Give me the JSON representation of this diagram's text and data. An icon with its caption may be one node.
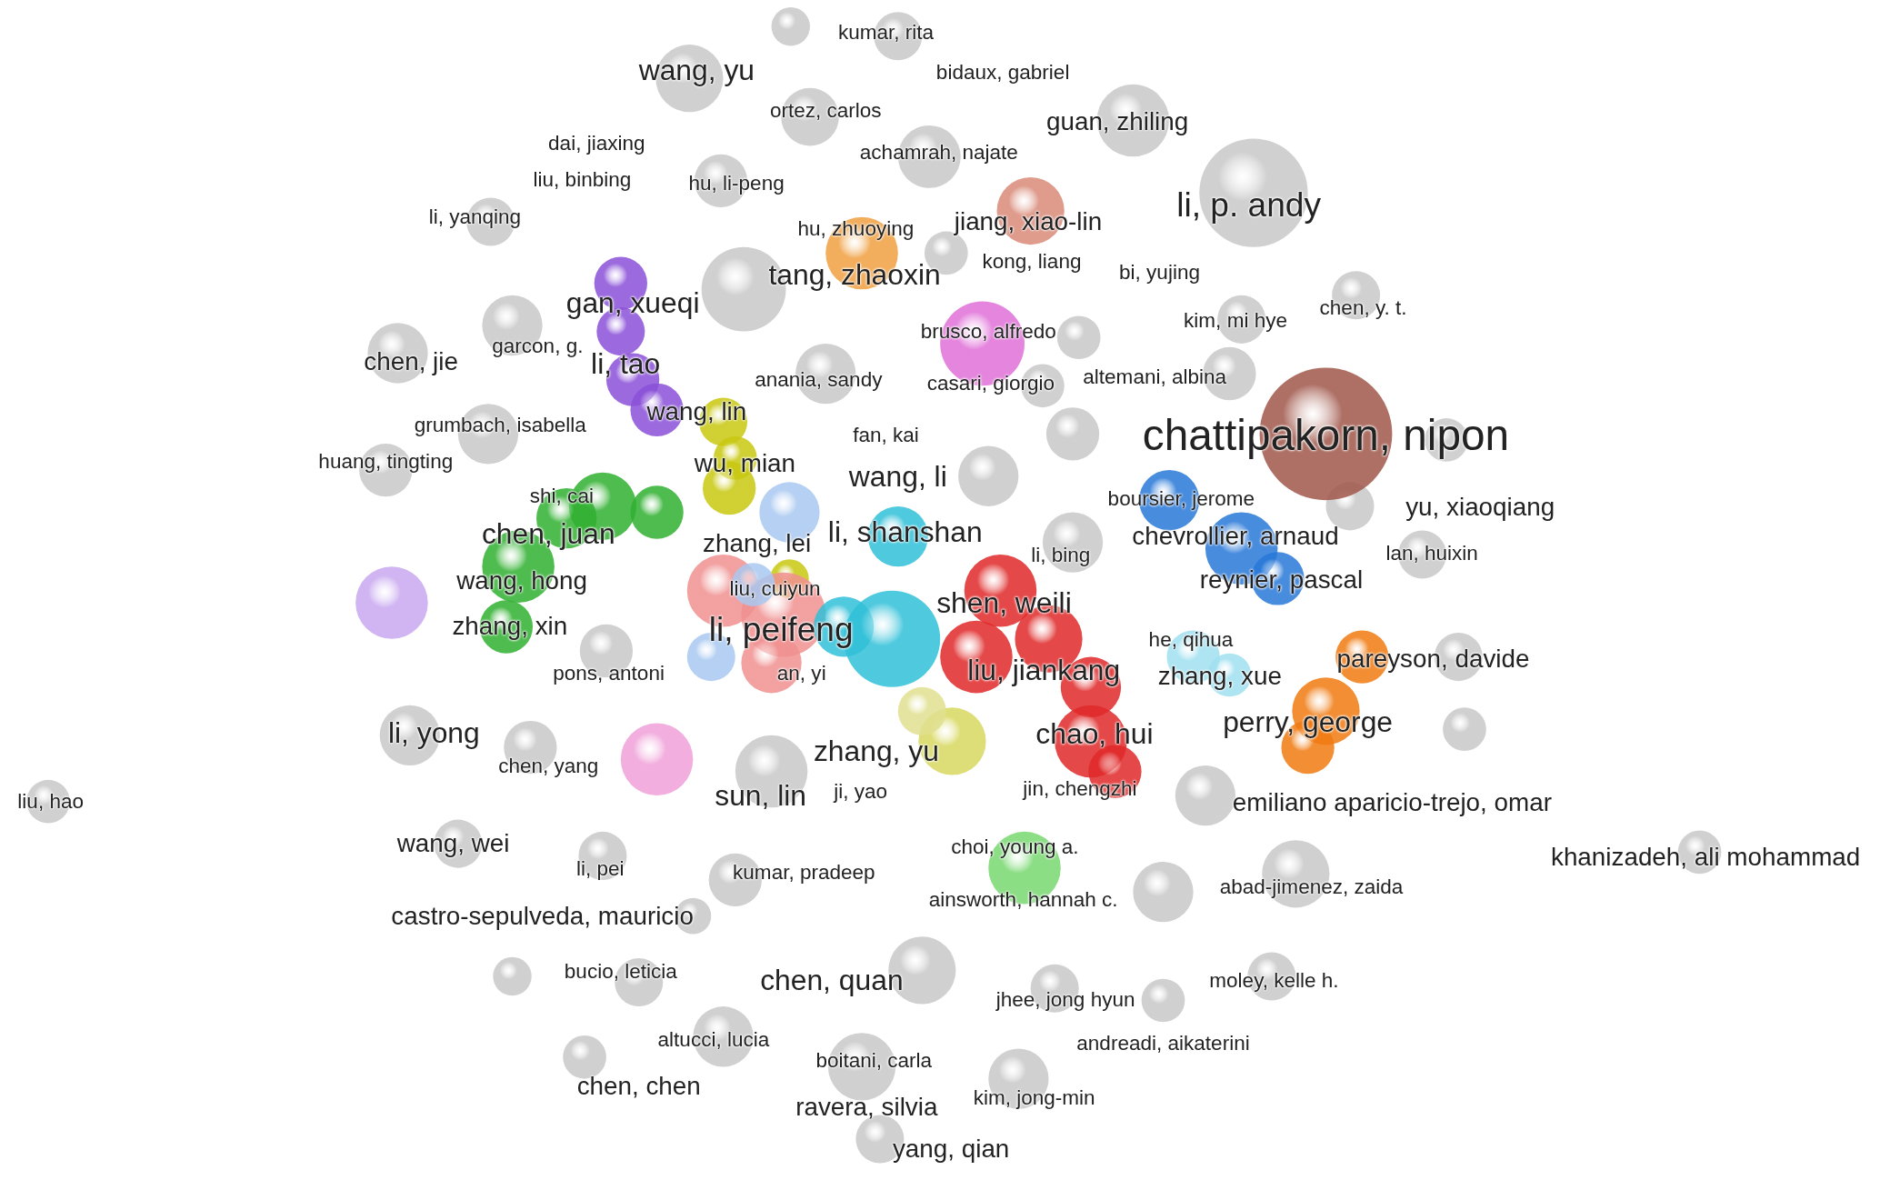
{
  "diagram": {
    "labels": [
      "kumar, rita",
      "wang, yu",
      "bidaux, gabriel",
      "ortez, carlos",
      "guan, zhiling",
      "dai, jiaxing",
      "achamrah, najate",
      "liu, binbing",
      "hu, li-peng",
      "li, p. andy",
      "li, yanqing",
      "hu, zhuoying",
      "jiang, xiao-lin",
      "kong, liang",
      "bi, yujing",
      "tang, zhaoxin",
      "gan, xueqi",
      "kim, mi hye",
      "chen, y. t.",
      "brusco, alfredo",
      "chen, jie",
      "garcon, g.",
      "li, tao",
      "anania, sandy",
      "casari, giorgio",
      "altemani, albina",
      "grumbach, isabella",
      "wang, lin",
      "chattipakorn, nipon",
      "fan, kai",
      "huang, tingting",
      "wu, mian",
      "wang, li",
      "shi, cai",
      "boursier, jerome",
      "yu, xiaoqiang",
      "chen, juan",
      "zhang, lei",
      "li, shanshan",
      "chevrollier, arnaud",
      "li, bing",
      "lan, huixin",
      "wang, hong",
      "liu, cuiyun",
      "reynier, pascal",
      "shen, weili",
      "zhang, xin",
      "li, peifeng",
      "he, qihua",
      "pareyson, davide",
      "pons, antoni",
      "an, yi",
      "liu, jiankang",
      "zhang, xue",
      "li, yong",
      "chao, hui",
      "perry, george",
      "chen, yang",
      "zhang, yu",
      "liu, hao",
      "sun, lin",
      "ji, yao",
      "jin, chengzhi",
      "emiliano aparicio-trejo, omar",
      "wang, wei",
      "choi, young a.",
      "li, pei",
      "kumar, pradeep",
      "khanizadeh, ali mohammad",
      "abad-jimenez, zaida",
      "ainsworth, hannah c.",
      "castro-sepulveda, mauricio",
      "bucio, leticia",
      "chen, quan",
      "moley, kelle h.",
      "jhee, jong hyun",
      "altucci, lucia",
      "andreadi, aikaterini",
      "boitani, carla",
      "chen, chen",
      "ravera, silvia",
      "kim, jong-min",
      "yang, qian"
    ]
  }
}
